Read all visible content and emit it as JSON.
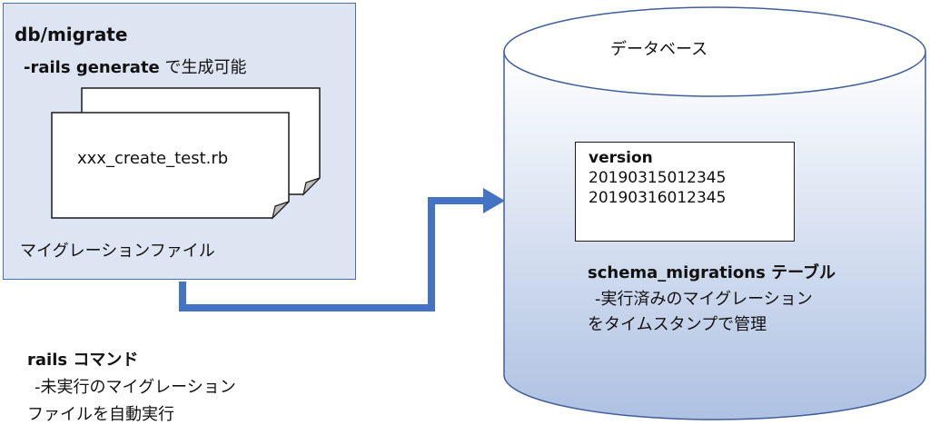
{
  "migrate": {
    "title": "db/migrate",
    "subtitle_prefix": "-rails generate",
    "subtitle_suffix": " で生成可能",
    "file_name": "xxx_create_test.rb",
    "caption": "マイグレーションファイル"
  },
  "rails_command": {
    "title_en": "rails",
    "title_ja": " コマンド",
    "desc_line1": "-未実行のマイグレーション",
    "desc_line2": "ファイルを自動実行"
  },
  "database": {
    "label": "データベース",
    "table_header": "version",
    "rows": [
      "20190315012345",
      "20190316012345"
    ],
    "table_name_en": "schema_migrations",
    "table_name_ja": " テーブル",
    "desc_line1": "-実行済みのマイグレーション",
    "desc_line2": "をタイムスタンプで管理"
  },
  "colors": {
    "box_fill": "#dde5f3",
    "box_border": "#4a6fb0",
    "arrow": "#4472c4",
    "db_top": "#ffffff",
    "db_bottom": "#aec1e2"
  }
}
